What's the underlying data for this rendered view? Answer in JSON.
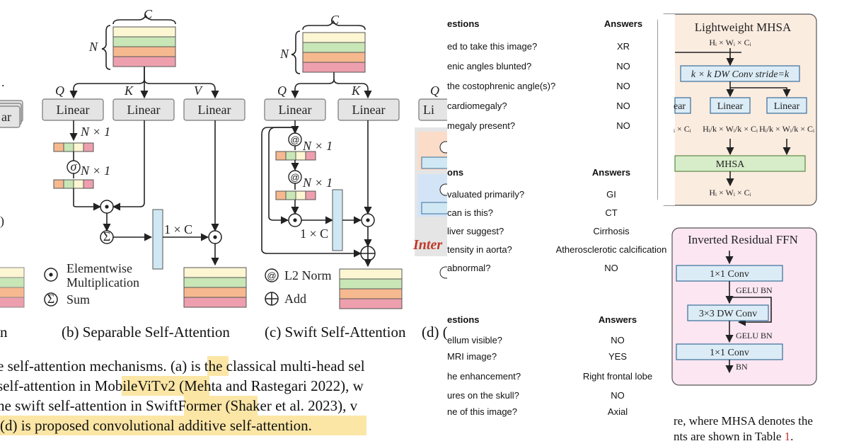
{
  "panel_left": {
    "labels": {
      "C": "C",
      "N": "N",
      "Q": "Q",
      "K": "K",
      "V": "V",
      "linear": "Linear",
      "nx1": "N × 1",
      "sigma": "σ",
      "oneC": "1 × C",
      "sum_glyph": "Σ",
      "alpha": "@"
    },
    "legend": {
      "elementwise": "Elementwise",
      "multiplication": "Multiplication",
      "sum": "Sum",
      "l2norm": "L2 Norm",
      "add": "Add"
    },
    "fragments": {
      "left_edge_box": "ar",
      "left_edge_caption": "n",
      "mid_q": "Q",
      "mid_li": "Li",
      "mid_inter": "Inter",
      "caption_d": "(d) (",
      "left_edge_paren": ")"
    },
    "captions": {
      "b": "(b) Separable Self-Attention",
      "c": "(c) Swift Self-Attention"
    },
    "paragraph": [
      {
        "pre": "e self-attention mechanisms. ",
        "hl": "(a)",
        "post": " is the classical multi-head sel"
      },
      {
        "pre": " self-attention in ",
        "hl": "MobileViTv2",
        "post": " (Mehta and Rastegari 2022), w"
      },
      {
        "pre": "he swift self-attention in ",
        "hl": "SwiftFormer",
        "post": " (Shaker et al. 2023), v"
      },
      {
        "pre": "",
        "hl": "(d) is proposed convolutional additive self-attention.",
        "post": ""
      }
    ],
    "colors": {
      "cream": "#fdf6d3",
      "green": "#c9e6b6",
      "orange": "#f6b98f",
      "pink": "#ee9fae",
      "light_blue": "#cfe8f3",
      "highlight": "#fbe6a6"
    }
  },
  "qa": {
    "sections": [
      {
        "header_q": "estions",
        "header_a": "Answers",
        "rows": [
          {
            "q": "ed to take this image?",
            "a": "XR"
          },
          {
            "q": "enic angles blunted?",
            "a": "NO"
          },
          {
            "q": "the costophrenic angle(s)?",
            "a": "NO"
          },
          {
            "q": "cardiomegaly?",
            "a": "NO"
          },
          {
            "q": "megaly present?",
            "a": "NO"
          }
        ]
      },
      {
        "header_q": "ons",
        "header_a": "Answers",
        "rows": [
          {
            "q": "valuated primarily?",
            "a": "GI"
          },
          {
            "q": "can is this?",
            "a": "CT"
          },
          {
            "q": "liver suggest?",
            "a": "Cirrhosis"
          },
          {
            "q": "tensity in aorta?",
            "a": "Atherosclerotic calcification"
          },
          {
            "q": "abnormal?",
            "a": "NO"
          }
        ]
      },
      {
        "header_q": "estions",
        "header_a": "Answers",
        "rows": [
          {
            "q": "ellum visible?",
            "a": "NO"
          },
          {
            "q": "MRI image?",
            "a": "YES"
          },
          {
            "q": "he enhancement?",
            "a": "Right frontal lobe"
          },
          {
            "q": "ures on the skull?",
            "a": "NO"
          },
          {
            "q": "ne of this image?",
            "a": "Axial"
          }
        ]
      }
    ]
  },
  "panel_right": {
    "mhsa": {
      "title": "Lightweight MHSA",
      "input_dims": "Hᵢ × Wᵢ × Cᵢ",
      "conv": "k × k DW Conv stride=k",
      "linear_a": "ear",
      "linear_b": "Linear",
      "linear_c": "Linear",
      "dims_a": "ᵢ × Cᵢ",
      "dims_b": "Hᵢ/k × Wᵢ/k × Cᵢ",
      "dims_c": "Hᵢ/k × Wᵢ/k × Cᵢ",
      "mhsa": "MHSA",
      "output_dims": "Hᵢ × Wᵢ × Cᵢ"
    },
    "ffn": {
      "title": "Inverted Residual FFN",
      "conv1": "1×1 Conv",
      "act1": "GELU BN",
      "dwconv": "3×3 DW Conv",
      "act2": "GELU BN",
      "conv2": "1×1 Conv",
      "bn": "BN"
    },
    "caption": {
      "line1": "re, where MHSA denotes the",
      "line2_pre": "nts are shown in Table ",
      "line2_ref": "1",
      "line2_post": "."
    },
    "colors": {
      "mhsa_bg": "#fbece0",
      "ffn_bg": "#fbe6f2",
      "box_blue": "#dcecf6",
      "box_green": "#d7ecc8",
      "ref_red": "#c0392b"
    }
  }
}
